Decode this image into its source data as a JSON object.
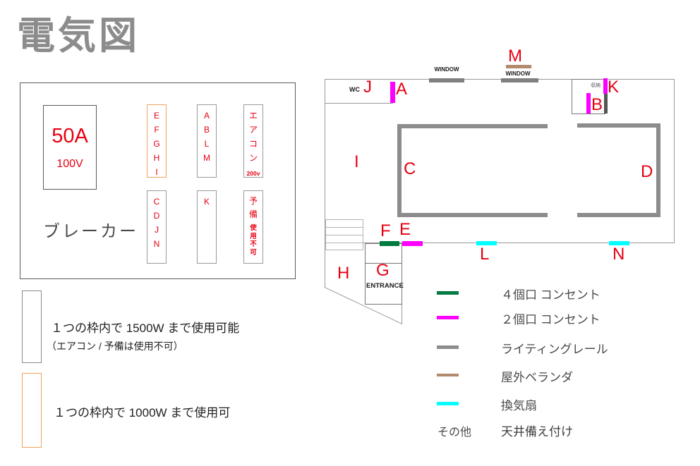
{
  "page_title": "電気図",
  "colors": {
    "red": "#e60012",
    "magenta": "#ff00ff",
    "green": "#007b40",
    "cyan": "#00ffff",
    "rail_gray": "#8c8c8c",
    "brown": "#b48a6e",
    "orange": "#f0a35e"
  },
  "breaker_panel": {
    "main_breaker": {
      "amps": "50A",
      "volts": "100V"
    },
    "panel_label": "ブレーカー",
    "circuit_groups": [
      {
        "name": "group-EFGHI",
        "highlight": "orange",
        "letters": [
          "E",
          "F",
          "G",
          "H",
          "I"
        ]
      },
      {
        "name": "group-ABLM",
        "highlight": "none",
        "letters": [
          "A",
          "B",
          "L",
          "M"
        ]
      },
      {
        "name": "group-aircon",
        "highlight": "none",
        "letters": [
          "エ",
          "ア",
          "コ",
          "ン"
        ],
        "note": "200v"
      },
      {
        "name": "group-CDJN",
        "highlight": "none",
        "letters": [
          "C",
          "D",
          "J",
          "N"
        ]
      },
      {
        "name": "group-K",
        "highlight": "none",
        "letters": [
          "K"
        ]
      },
      {
        "name": "group-reserve",
        "highlight": "none",
        "letters": [
          "予",
          "備"
        ],
        "note_letters": [
          "使",
          "用",
          "不",
          "可"
        ]
      }
    ]
  },
  "usage_notes": [
    {
      "box_style": "gray",
      "text": "１つの枠内で 1500W まで使用可能",
      "subtext": "（エアコン / 予備は使用不可）"
    },
    {
      "box_style": "orange",
      "text": "１つの枠内で 1000W まで使用可"
    }
  ],
  "floorplan": {
    "room_labels": {
      "wc": "WC",
      "entrance": "ENTRANCE",
      "closet": "収納"
    },
    "window_labels": [
      "WINDOW",
      "WINDOW"
    ],
    "markers": [
      "A",
      "B",
      "C",
      "D",
      "E",
      "F",
      "G",
      "H",
      "I",
      "J",
      "K",
      "L",
      "M",
      "N"
    ]
  },
  "legend": {
    "items": [
      {
        "label": "４個口 コンセント",
        "color_key": "green"
      },
      {
        "label": "２個口 コンセント",
        "color_key": "magenta"
      },
      {
        "label": "ライティングレール",
        "color_key": "rail_gray"
      },
      {
        "label": "屋外ベランダ",
        "color_key": "brown"
      },
      {
        "label": "換気扇",
        "color_key": "cyan"
      }
    ],
    "other_key": "その他",
    "other_label": "天井備え付け"
  }
}
